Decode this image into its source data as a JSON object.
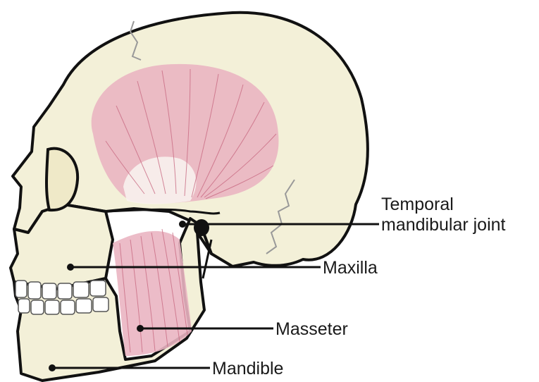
{
  "diagram": {
    "labels": {
      "tmj_line1": "Temporal",
      "tmj_line2": "mandibular joint",
      "maxilla": "Maxilla",
      "masseter": "Masseter",
      "mandible": "Mandible"
    },
    "colors": {
      "bone": "#f3f0d8",
      "outline": "#111111",
      "muscle": "#eab5c2",
      "muscle_fiber": "#c96b83",
      "tendon": "#f8f2ee",
      "leader": "#111111"
    }
  }
}
